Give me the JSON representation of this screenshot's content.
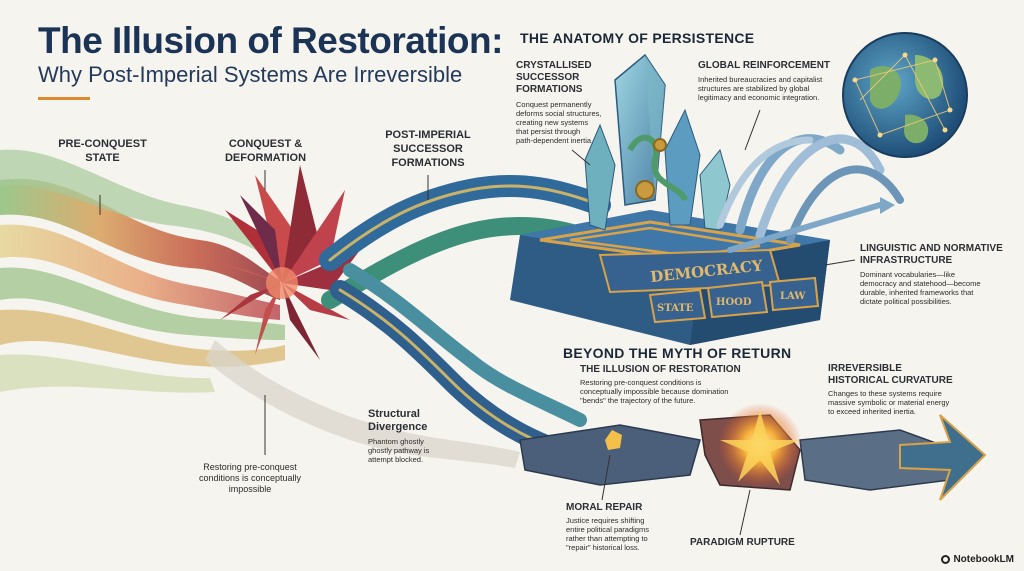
{
  "header": {
    "title": "The Illusion of Restoration:",
    "subtitle": "Why Post-Imperial Systems Are Irreversible"
  },
  "stages": {
    "pre_conquest": [
      "PRE-CONQUEST",
      "STATE"
    ],
    "conquest": [
      "CONQUEST &",
      "DEFORMATION"
    ],
    "post_imperial": [
      "POST-IMPERIAL",
      "SUCCESSOR",
      "FORMATIONS"
    ]
  },
  "anatomy": {
    "heading": "THE ANATOMY OF PERSISTENCE",
    "crystallised": {
      "title": [
        "CRYSTALLISED",
        "SUCCESSOR",
        "FORMATIONS"
      ],
      "body": [
        "Conquest permanently",
        "deforms social structures,",
        "creating new systems",
        "that persist through",
        "path-dependent inertia."
      ]
    },
    "global": {
      "title": "GLOBAL REINFORCEMENT",
      "body": [
        "Inherited bureaucracies and capitalist",
        "structures are stabilized by global",
        "legitimacy and economic integration."
      ]
    },
    "linguistic": {
      "title": [
        "LINGUISTIC AND NORMATIVE",
        "INFRASTRUCTURE"
      ],
      "body": [
        "Dominant vocabularies—like",
        "democracy and statehood—become",
        "durable, inherited frameworks that",
        "dictate political possibilities."
      ]
    },
    "blocks": {
      "democracy": "DEMOCRACY",
      "state": "STATE",
      "hood": "HOOD",
      "law": "LAW"
    }
  },
  "beyond": {
    "heading": "BEYOND THE MYTH OF RETURN",
    "illusion": {
      "title": "THE ILLUSION OF RESTORATION",
      "body": [
        "Restoring pre-conquest conditions is",
        "conceptually impossible because domination",
        "\"bends\" the trajectory of the future."
      ]
    },
    "irreversible": {
      "title": [
        "IRREVERSIBLE",
        "HISTORICAL CURVATURE"
      ],
      "body": [
        "Changes to these systems require",
        "massive symbolic or material energy",
        "to exceed inherited inertia."
      ]
    },
    "moral": {
      "title": "MORAL REPAIR",
      "body": [
        "Justice requires shifting",
        "entire political paradigms",
        "rather than attempting to",
        "\"repair\" historical loss."
      ]
    },
    "rupture": "PARADIGM RUPTURE"
  },
  "structural": {
    "title": [
      "Structural",
      "Divergence"
    ],
    "body": [
      "Phantom ghostly",
      "ghostly pathway is",
      "attempt blocked."
    ]
  },
  "restoring_note": [
    "Restoring pre-conquest",
    "conditions is conceptually",
    "impossible"
  ],
  "branding": {
    "logo": "NotebookLM"
  },
  "palette": {
    "crystal_red": "#b0303a",
    "stream_green": "#4f9a6a",
    "navy": "#1b3355",
    "gold": "#d8a24a",
    "accent_orange": "#e08a2e"
  }
}
